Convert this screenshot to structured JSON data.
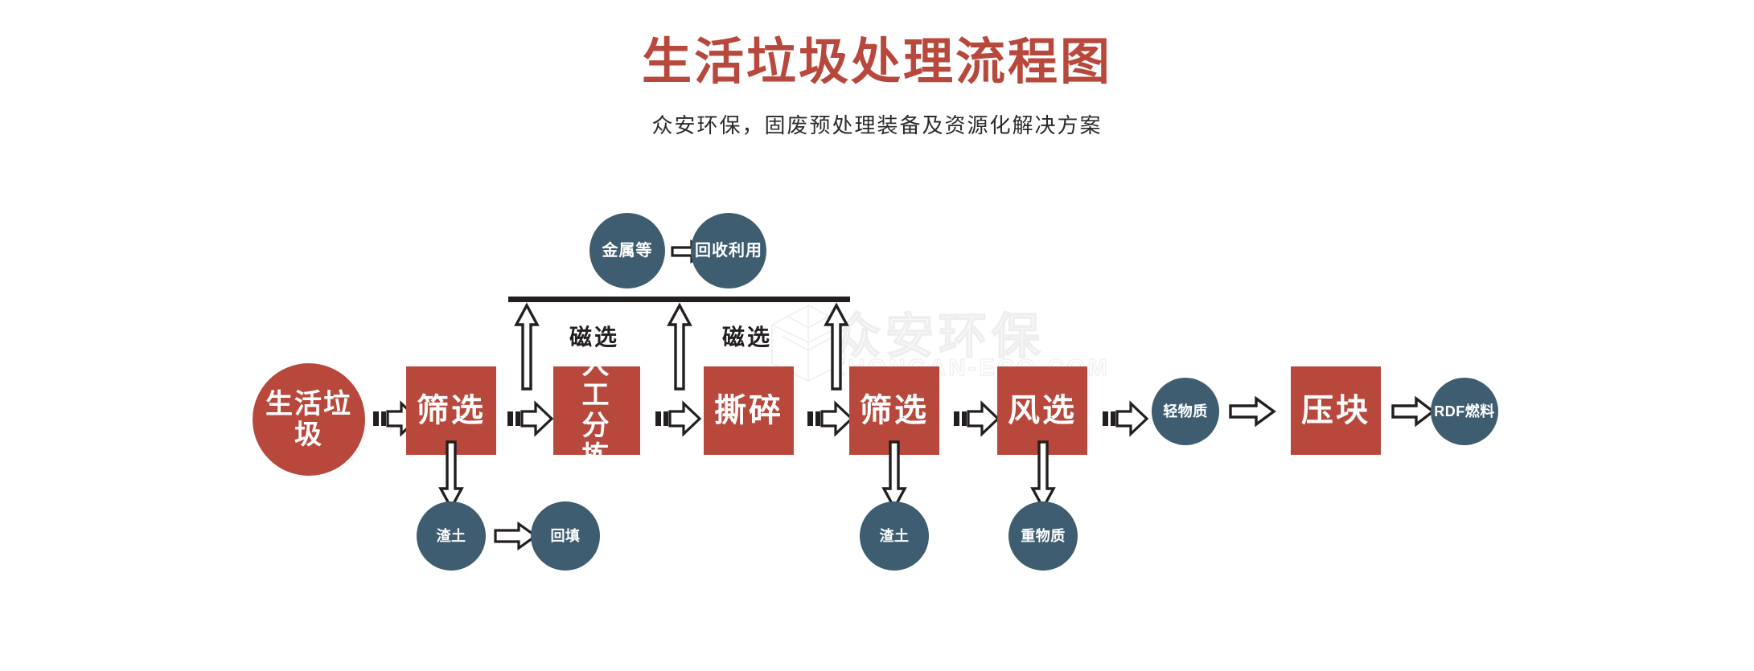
{
  "header": {
    "title": "生活垃圾处理流程图",
    "subtitle": "众安环保，固废预处理装备及资源化解决方案"
  },
  "watermark": {
    "text": "众安环保",
    "sub": "ZHONGAN-ECO.COM",
    "logo_icon": "diamond-box-logo-icon"
  },
  "colors": {
    "brand_red": "#b8483c",
    "slate_blue": "#3f5d70",
    "ink": "#231f1e",
    "background": "#ffffff"
  },
  "flow": {
    "main_nodes": [
      {
        "id": "msw",
        "label": "生活垃圾",
        "shape": "circle",
        "color": "red"
      },
      {
        "id": "screening-1",
        "label": "筛选",
        "shape": "box",
        "color": "red"
      },
      {
        "id": "manual-sort",
        "label": "人工分拣",
        "shape": "box",
        "color": "red"
      },
      {
        "id": "shredding",
        "label": "撕碎",
        "shape": "box",
        "color": "red"
      },
      {
        "id": "screening-2",
        "label": "筛选",
        "shape": "box",
        "color": "red"
      },
      {
        "id": "air-sorting",
        "label": "风选",
        "shape": "box",
        "color": "red"
      },
      {
        "id": "light-matter",
        "label": "轻物质",
        "shape": "circle",
        "color": "slate"
      },
      {
        "id": "baling",
        "label": "压块",
        "shape": "box",
        "color": "red"
      },
      {
        "id": "rdf-fuel",
        "label": "RDF燃料",
        "shape": "circle",
        "color": "slate"
      }
    ],
    "stage_labels": [
      {
        "id": "magnetic-separation-1",
        "label": "磁选"
      },
      {
        "id": "magnetic-separation-2",
        "label": "磁选"
      }
    ],
    "recovery_nodes": [
      {
        "id": "metals",
        "label": "金属等",
        "shape": "circle",
        "color": "slate"
      },
      {
        "id": "recycle",
        "label": "回收利用",
        "shape": "circle",
        "color": "slate"
      }
    ],
    "residue_nodes": [
      {
        "id": "slag-1",
        "label": "渣土",
        "shape": "circle",
        "color": "slate"
      },
      {
        "id": "backfill",
        "label": "回填",
        "shape": "circle",
        "color": "slate"
      },
      {
        "id": "slag-2",
        "label": "渣土",
        "shape": "circle",
        "color": "slate"
      },
      {
        "id": "heavy-matter",
        "label": "重物质",
        "shape": "circle",
        "color": "slate"
      }
    ],
    "connectors": [
      {
        "id": "arrow-msw-to-screening-1",
        "type": "notched-right-arrow"
      },
      {
        "id": "arrow-screening-1-to-manual-sort",
        "type": "notched-right-arrow"
      },
      {
        "id": "arrow-manual-sort-to-shredding",
        "type": "notched-right-arrow"
      },
      {
        "id": "arrow-shredding-to-screening-2",
        "type": "notched-right-arrow"
      },
      {
        "id": "arrow-screening-2-to-air-sorting",
        "type": "notched-right-arrow"
      },
      {
        "id": "arrow-air-sorting-to-light-matter",
        "type": "notched-right-arrow"
      },
      {
        "id": "arrow-light-matter-to-baling",
        "type": "hollow-right-arrow"
      },
      {
        "id": "arrow-baling-to-rdf-fuel",
        "type": "hollow-right-arrow"
      },
      {
        "id": "arrow-metals-to-recycle",
        "type": "hollow-right-arrow"
      },
      {
        "id": "arrow-slag-1-to-backfill",
        "type": "hollow-right-arrow"
      },
      {
        "id": "arrow-up-magnetic-1",
        "type": "hollow-up-arrow"
      },
      {
        "id": "arrow-up-magnetic-2",
        "type": "hollow-up-arrow"
      },
      {
        "id": "arrow-up-magnetic-3",
        "type": "hollow-up-arrow"
      },
      {
        "id": "arrow-down-screening-1-slag",
        "type": "hollow-down-arrow"
      },
      {
        "id": "arrow-down-screening-2-slag",
        "type": "hollow-down-arrow"
      },
      {
        "id": "arrow-down-air-sorting-heavy",
        "type": "hollow-down-arrow"
      },
      {
        "id": "recovery-bus-bar",
        "type": "horizontal-bar"
      }
    ]
  }
}
